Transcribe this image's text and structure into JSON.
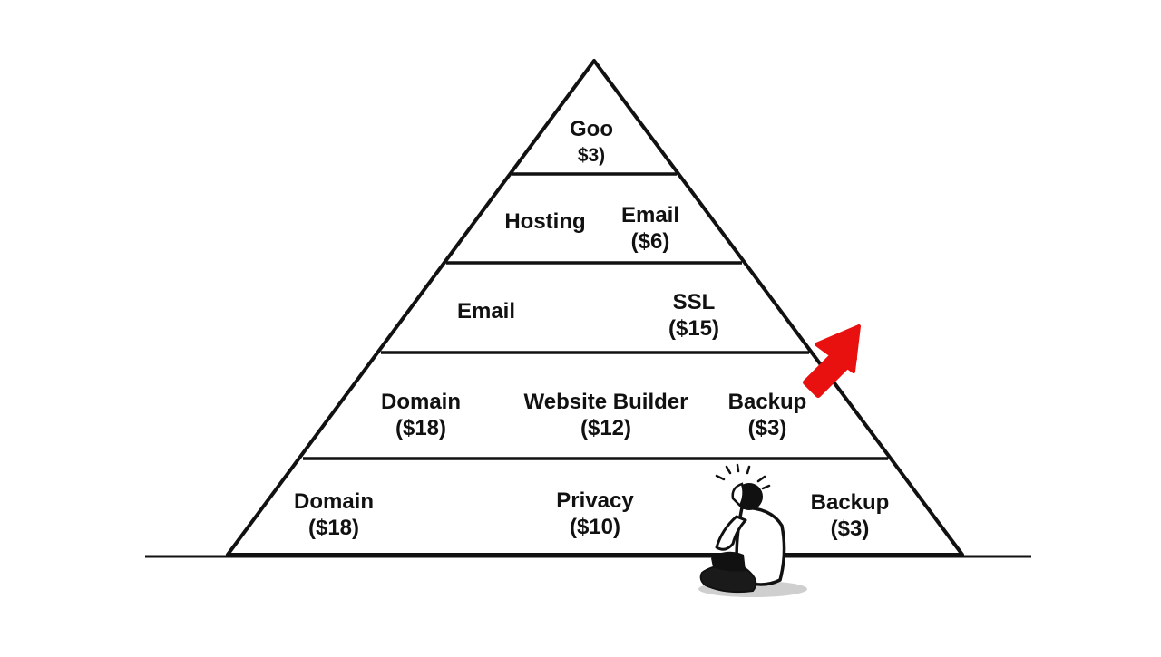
{
  "colors": {
    "ink": "#111111",
    "background": "#ffffff",
    "arrow": "#e8110f",
    "shadow": "#cfcfcf"
  },
  "icons": {
    "arrow": "red-up-right-arrow-icon",
    "figure": "stressed-person-sitting-icon"
  },
  "tiers": [
    {
      "labels": [
        {
          "name": "Goo",
          "price": "$3)"
        }
      ]
    },
    {
      "labels": [
        {
          "name": "Hosting",
          "price": ""
        },
        {
          "name": "Email",
          "price": "($6)"
        }
      ]
    },
    {
      "labels": [
        {
          "name": "Email",
          "price": ""
        },
        {
          "name": "SSL",
          "price": "($15)"
        }
      ]
    },
    {
      "labels": [
        {
          "name": "Domain",
          "price": "($18)"
        },
        {
          "name": "Website Builder",
          "price": "($12)"
        },
        {
          "name": "Backup",
          "price": "($3)"
        }
      ]
    },
    {
      "labels": [
        {
          "name": "Domain",
          "price": "($18)"
        },
        {
          "name": "Privacy",
          "price": "($10)"
        },
        {
          "name": "Backup",
          "price": "($3)"
        }
      ]
    }
  ]
}
